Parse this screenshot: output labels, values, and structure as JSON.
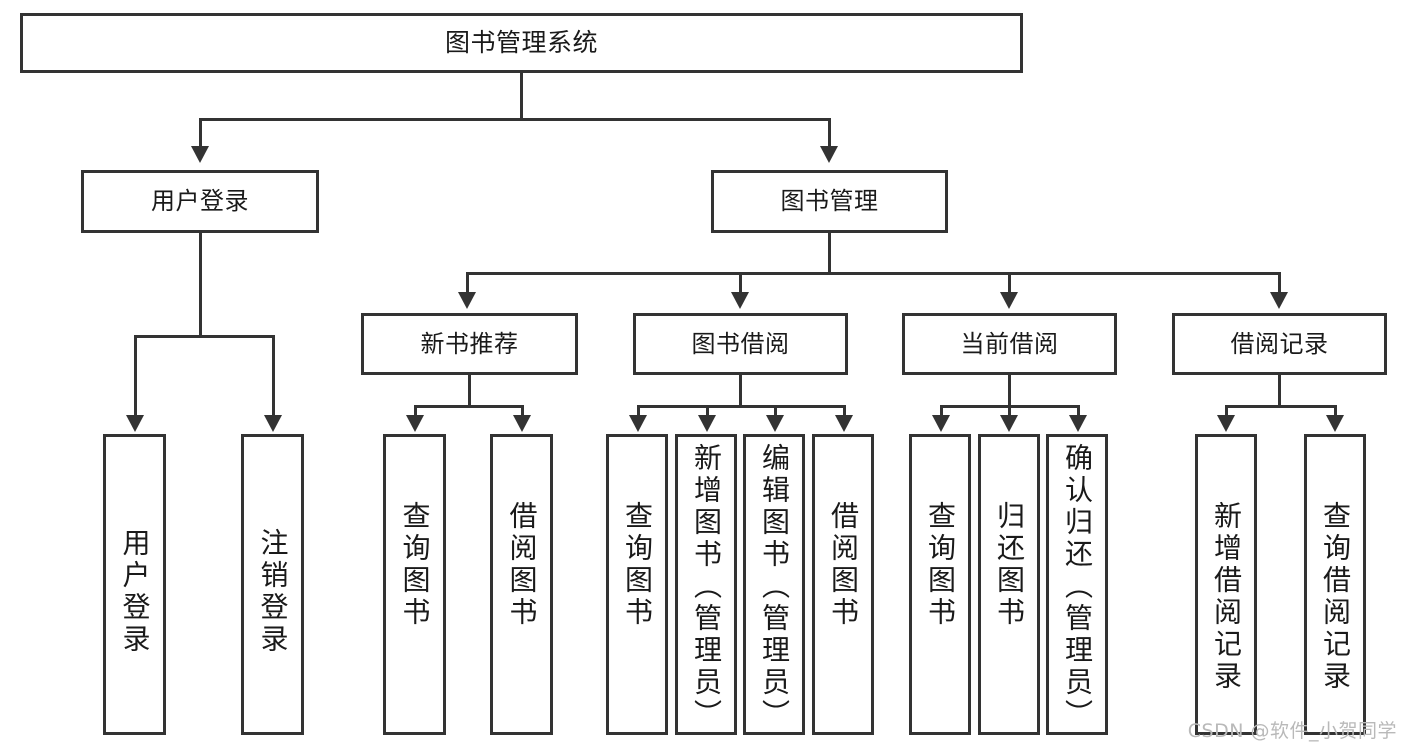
{
  "diagram": {
    "title": "图书管理系统",
    "type": "tree-hierarchy",
    "root": {
      "label": "图书管理系统"
    },
    "level1": [
      {
        "label": "用户登录"
      },
      {
        "label": "图书管理"
      }
    ],
    "level2": [
      {
        "label": "新书推荐"
      },
      {
        "label": "图书借阅"
      },
      {
        "label": "当前借阅"
      },
      {
        "label": "借阅记录"
      }
    ],
    "leaves": {
      "user_login": [
        {
          "label": "用户登录"
        },
        {
          "label": "注销登录"
        }
      ],
      "new_book_recommend": [
        {
          "label": "查询图书"
        },
        {
          "label": "借阅图书"
        }
      ],
      "book_borrow": [
        {
          "label": "查询图书"
        },
        {
          "label": "新增图书（管理员）"
        },
        {
          "label": "编辑图书（管理员）"
        },
        {
          "label": "借阅图书"
        }
      ],
      "current_borrow": [
        {
          "label": "查询图书"
        },
        {
          "label": "归还图书"
        },
        {
          "label": "确认归还（管理员）"
        }
      ],
      "borrow_record": [
        {
          "label": "新增借阅记录"
        },
        {
          "label": "查询借阅记录"
        }
      ]
    }
  },
  "watermark": {
    "text": "CSDN @软件_小贺同学"
  },
  "colors": {
    "stroke": "#333333",
    "background": "#ffffff",
    "text": "#1a1a1a",
    "watermark": "#b9b9b9"
  }
}
